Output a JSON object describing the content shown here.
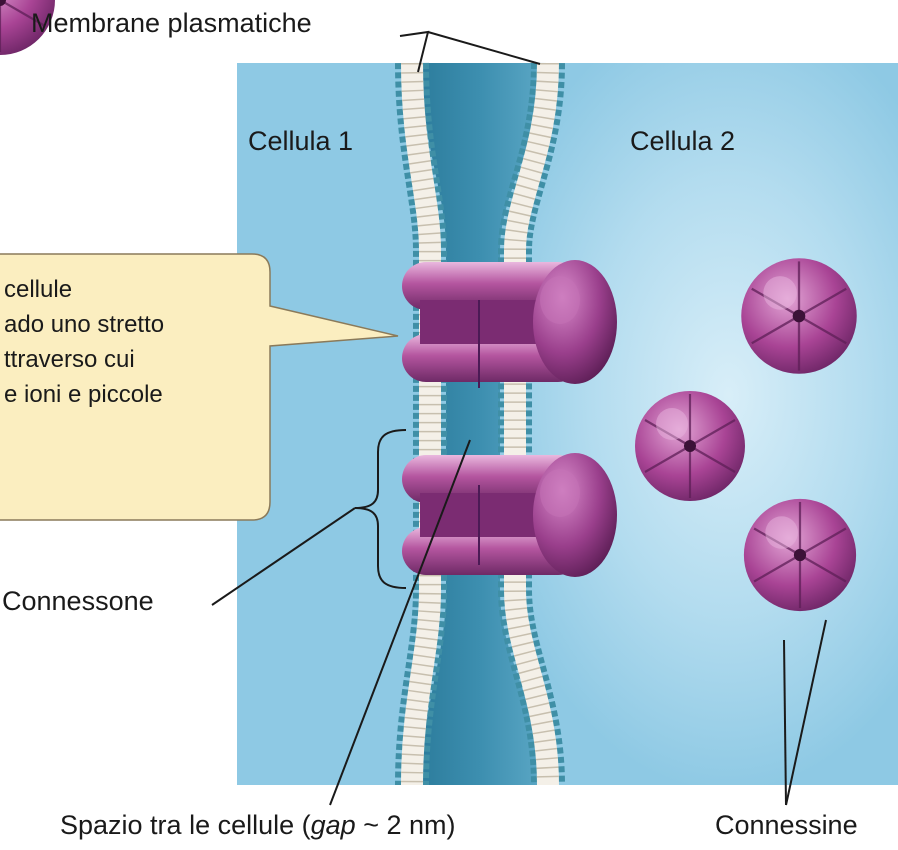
{
  "labels": {
    "membrane": "Membrane plasmatiche",
    "cell1": "Cellula 1",
    "cell2": "Cellula 2",
    "connexon": "Connessone",
    "gap_prefix": "Spazio tra le cellule (",
    "gap_word": "gap",
    "gap_suffix": " ~ 2 nm)",
    "connexins": "Connessine"
  },
  "callout": {
    "lines": [
      "cellule",
      "ado uno stretto",
      "ttraverso cui",
      "e ioni e piccole"
    ]
  },
  "colors": {
    "cytoplasm": "#8ec9e4",
    "membrane_head": "#3f8fa6",
    "membrane_tail": "#f4f0e8",
    "connexon": "#9a3f8c",
    "callout_fill": "#fbeec0",
    "callout_stroke": "#8a7a5a"
  }
}
